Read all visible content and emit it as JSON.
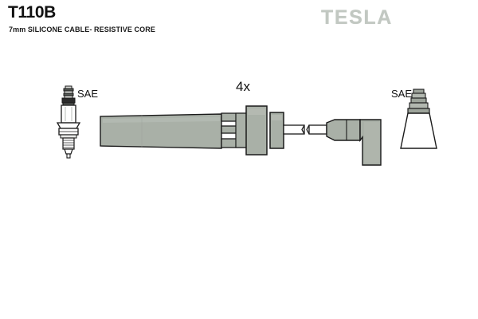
{
  "header": {
    "part_number": "T110B",
    "description": "7mm SILICONE CABLE- RESISTIVE CORE",
    "brand": "TESLA"
  },
  "diagram": {
    "quantity_label": "4x",
    "spark_plug_label": "SAE",
    "boot_label": "SAE",
    "colors": {
      "body_gray": "#a9b0a7",
      "body_gray_light": "#b6bcb4",
      "body_gray_dark": "#8f968d",
      "outline": "#1a1a1a",
      "plug_metal": "#d8dad6",
      "plug_dark": "#2a2a2a",
      "white": "#ffffff",
      "logo_gray": "#c2c8c2"
    },
    "components": [
      {
        "name": "spark-plug",
        "label": "SAE",
        "side": "left"
      },
      {
        "name": "cable-boot-straight",
        "label": "",
        "side": "center-left"
      },
      {
        "name": "cable-connector-block",
        "label": "",
        "side": "center"
      },
      {
        "name": "cable-break-symbol",
        "label": "",
        "side": "center-right"
      },
      {
        "name": "cable-boot-right-angle",
        "label": "",
        "side": "right"
      },
      {
        "name": "plug-boot-cone",
        "label": "SAE",
        "side": "far-right"
      }
    ]
  }
}
